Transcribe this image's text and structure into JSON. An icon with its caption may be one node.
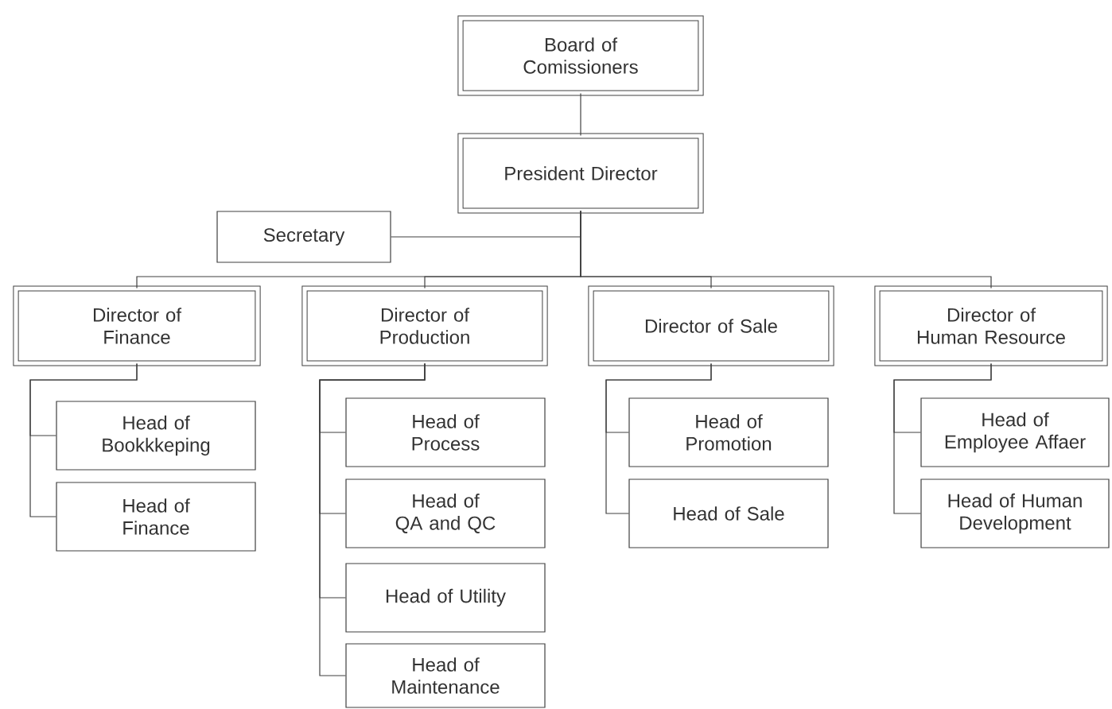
{
  "diagram": {
    "nodes": [
      {
        "text": [
          "Board of Comissioners"
        ]
      },
      {
        "text": [
          "President Director"
        ]
      },
      {
        "text": [
          "Secretary"
        ]
      },
      {
        "text": [
          "Director of Finance"
        ]
      },
      {
        "text": [
          "Director of Production"
        ]
      },
      {
        "text": [
          "Director of Sale"
        ]
      },
      {
        "text": [
          "Director of Human Resource"
        ]
      },
      {
        "text": [
          "Head of Bookkkeping"
        ]
      },
      {
        "text": [
          "Head of Finance"
        ]
      },
      {
        "text": [
          "Head of Process"
        ]
      },
      {
        "text": [
          "Head of QA and QC"
        ]
      },
      {
        "text": [
          "Head of Utility"
        ]
      },
      {
        "text": [
          "Head of Maintenance"
        ]
      },
      {
        "text": [
          "Head of Promotion"
        ]
      },
      {
        "text": [
          "Head of Sale"
        ]
      },
      {
        "text": [
          "Head of Employee Affaer"
        ]
      },
      {
        "text": [
          "Head of Human Development"
        ]
      }
    ],
    "edges": [
      {
        "from": 0,
        "to": 1,
        "arrow": "none"
      },
      {
        "from": 1,
        "to": 2,
        "arrow": "none"
      },
      {
        "from": 1,
        "to": 3,
        "arrow": "none"
      },
      {
        "from": 1,
        "to": 4,
        "arrow": "none"
      },
      {
        "from": 1,
        "to": 5,
        "arrow": "none"
      },
      {
        "from": 1,
        "to": 6,
        "arrow": "none"
      },
      {
        "from": 3,
        "to": 7,
        "arrow": "none"
      },
      {
        "from": 3,
        "to": 8,
        "arrow": "none"
      },
      {
        "from": 4,
        "to": 9,
        "arrow": "none"
      },
      {
        "from": 4,
        "to": 10,
        "arrow": "none"
      },
      {
        "from": 4,
        "to": 11,
        "arrow": "none"
      },
      {
        "from": 4,
        "to": 12,
        "arrow": "none"
      },
      {
        "from": 5,
        "to": 13,
        "arrow": "none"
      },
      {
        "from": 5,
        "to": 14,
        "arrow": "none"
      },
      {
        "from": 6,
        "to": 15,
        "arrow": "none"
      },
      {
        "from": 6,
        "to": 16,
        "arrow": "none"
      }
    ]
  }
}
